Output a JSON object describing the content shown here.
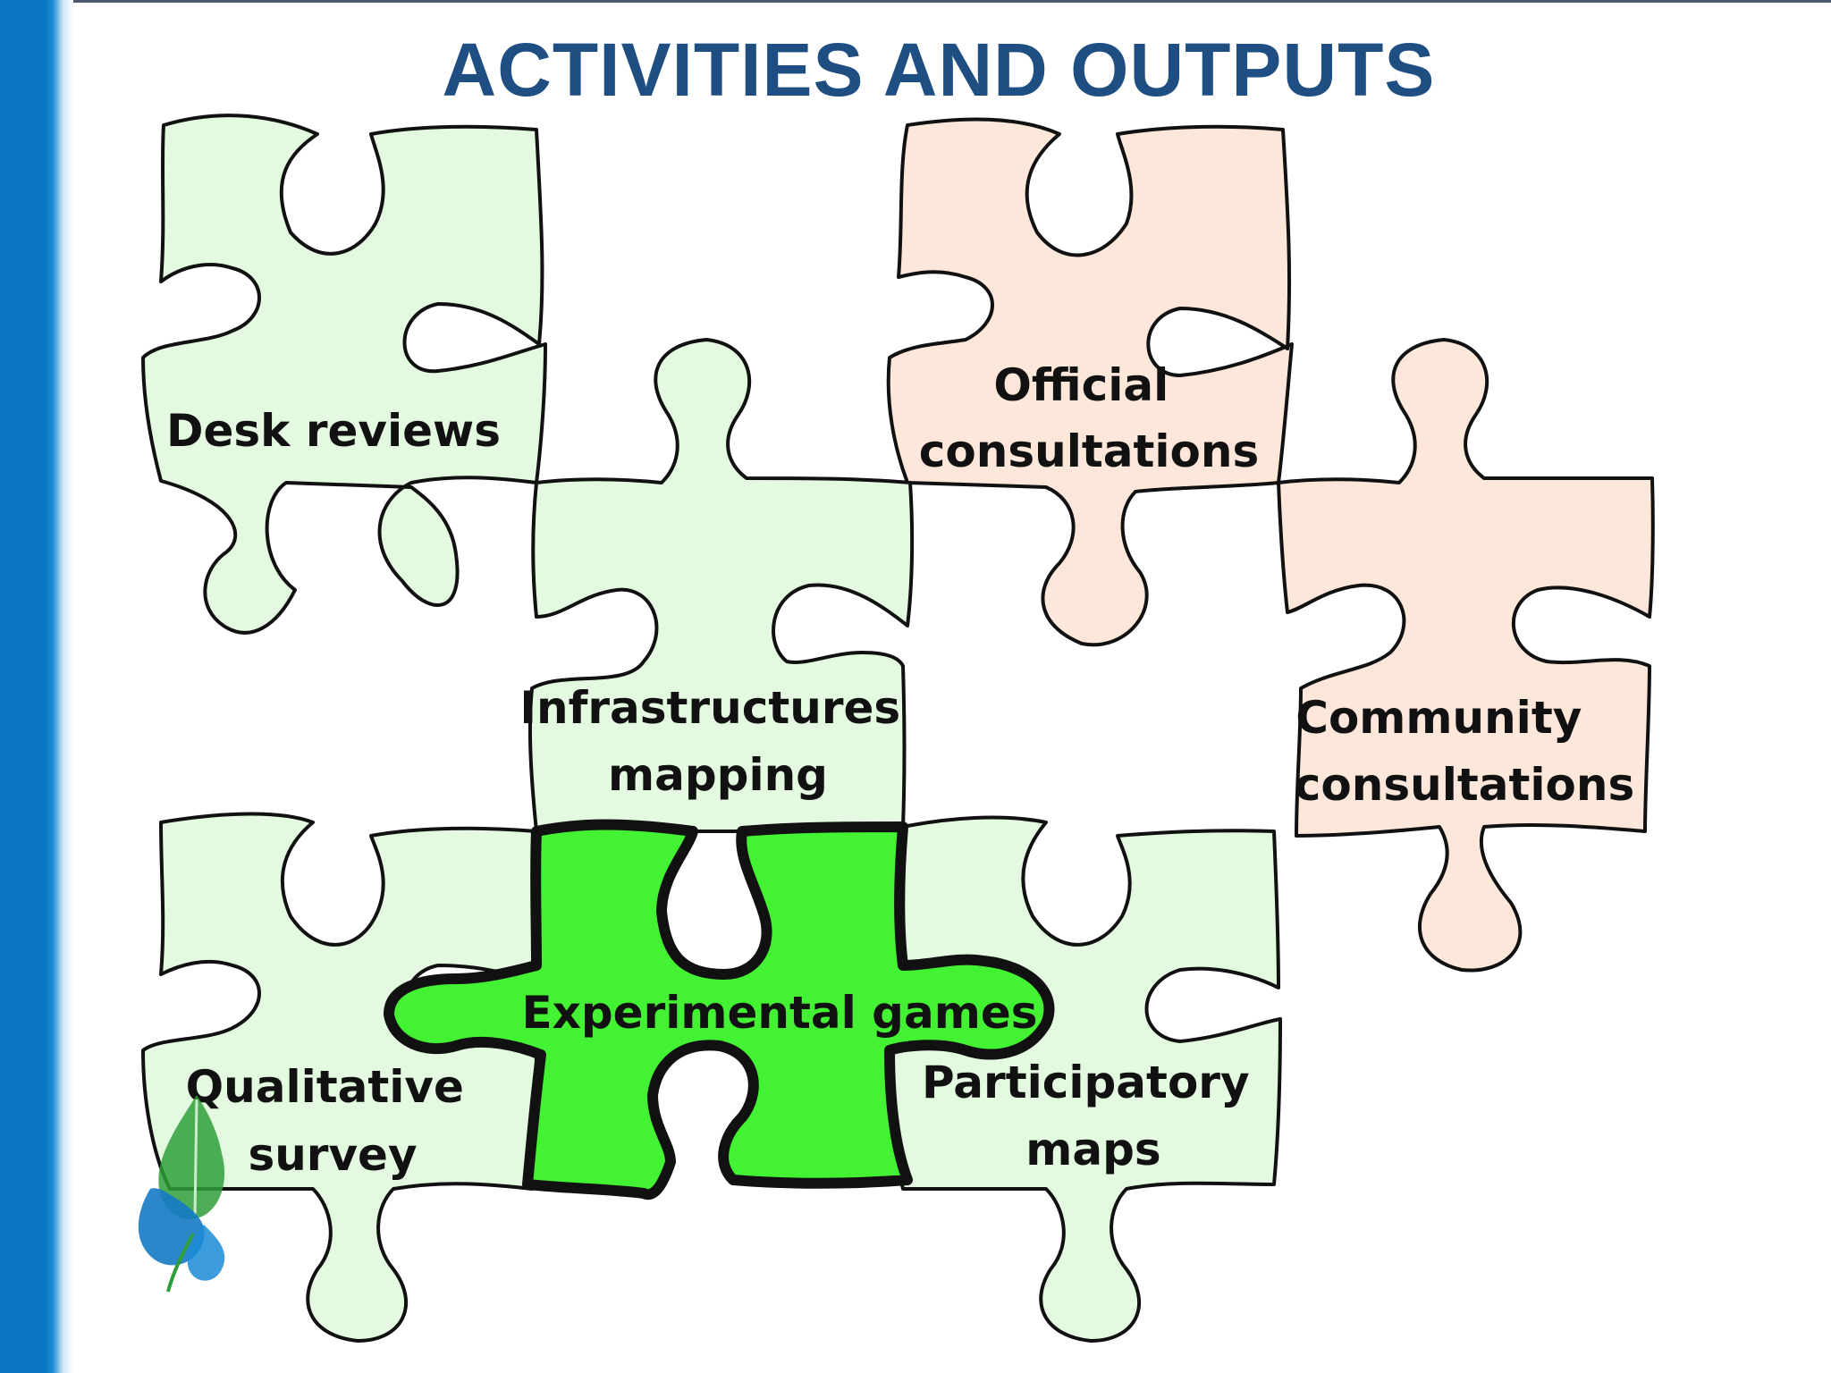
{
  "slide": {
    "title": "ACTIVITIES AND OUTPUTS"
  },
  "colors": {
    "side_band": "#0a76c3",
    "title": "#1f4e82",
    "light_green_piece": "#e3fae0",
    "peach_piece": "#fde6da",
    "bright_green_piece": "#43f233",
    "outline": "#111111"
  },
  "pieces": {
    "desk_reviews": {
      "lines": [
        "Desk reviews"
      ],
      "color": "light-green"
    },
    "official_consultations": {
      "lines": [
        "Official",
        "consultations"
      ],
      "color": "peach"
    },
    "infrastructures_mapping": {
      "lines": [
        "Infrastructures",
        "mapping"
      ],
      "color": "light-green"
    },
    "community_consultations": {
      "lines": [
        "Community",
        "consultations"
      ],
      "color": "peach"
    },
    "qualitative_survey": {
      "lines": [
        "Qualitative",
        "survey"
      ],
      "color": "light-green"
    },
    "experimental_games": {
      "lines": [
        "Experimental games"
      ],
      "color": "bright-green",
      "highlighted": true
    },
    "participatory_maps": {
      "lines": [
        "Participatory",
        "maps"
      ],
      "color": "light-green"
    }
  },
  "logo": {
    "icon": "water-drop-leaf-icon"
  }
}
